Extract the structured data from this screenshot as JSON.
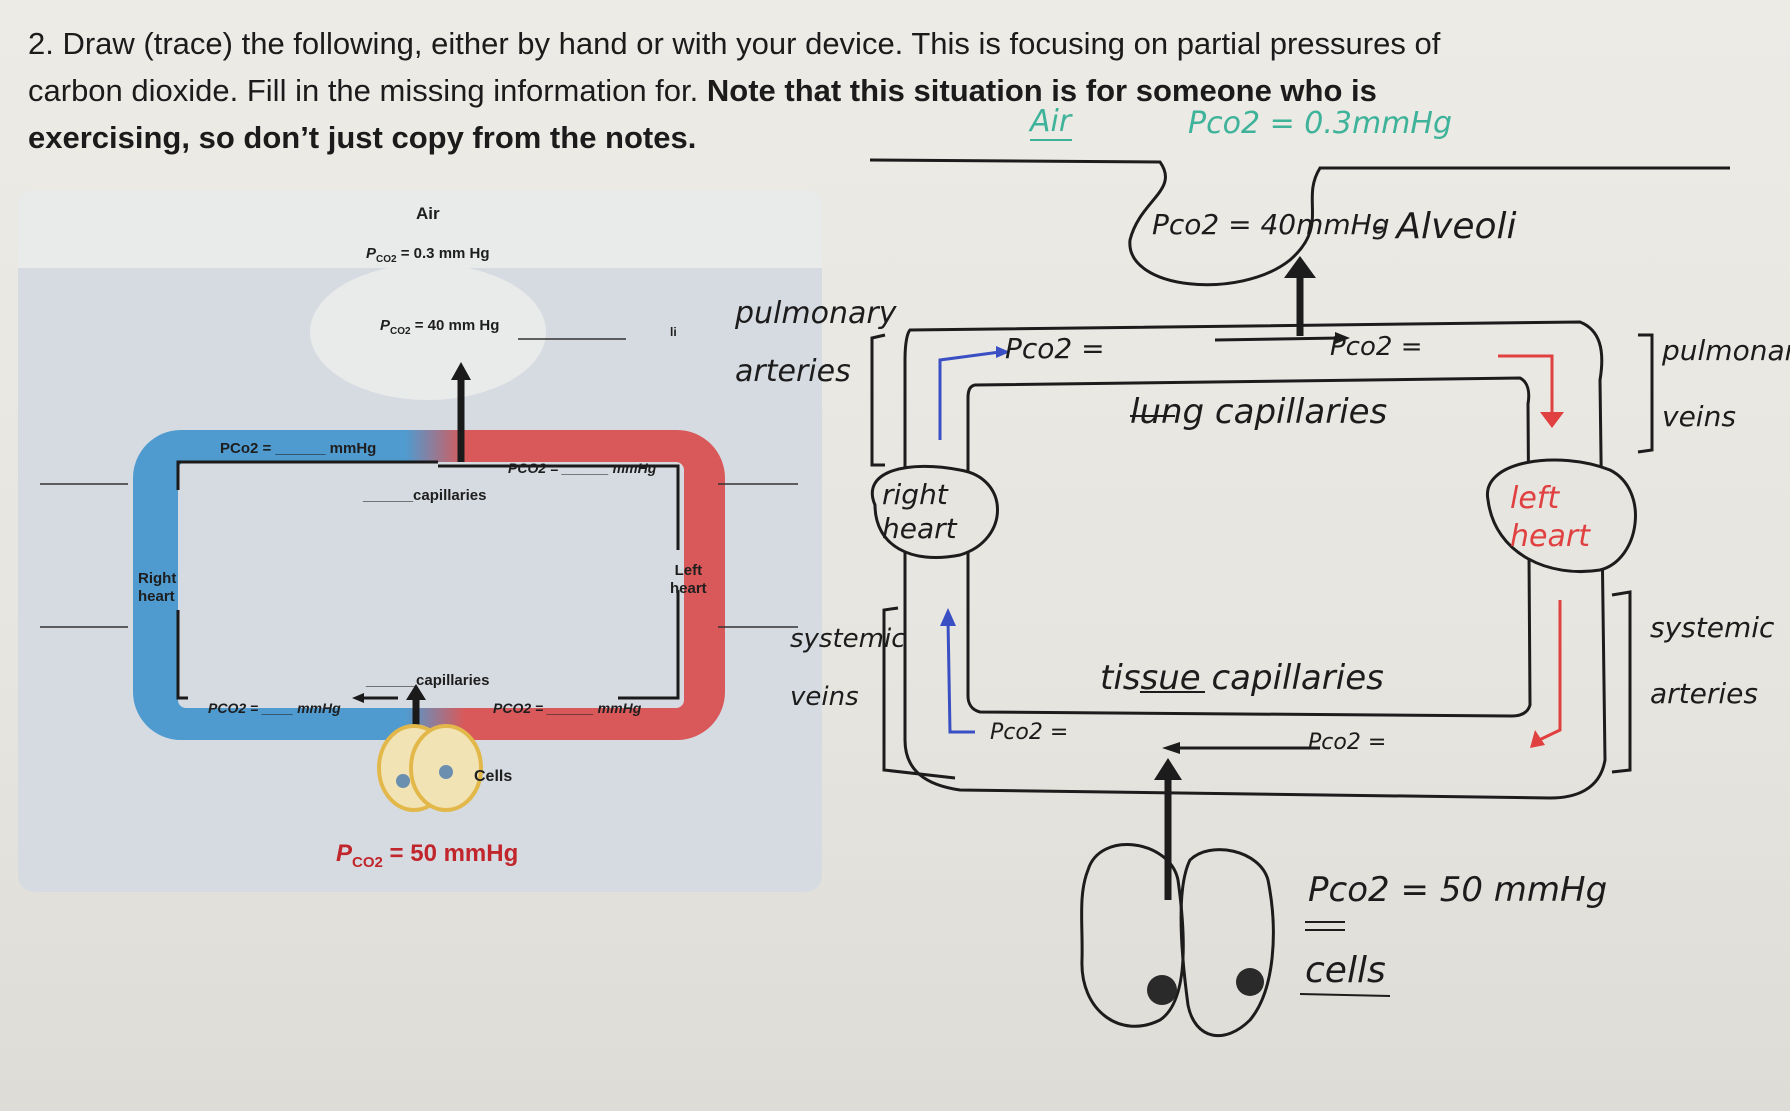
{
  "question": {
    "line1": "2. Draw (trace) the following, either by hand or with your device. This is focusing on partial pressures of",
    "line2_normal": "carbon dioxide. Fill in the missing information for. ",
    "line2_bold": "Note that this situation is for someone who is",
    "line3_bold": "exercising, so don’t just copy from the notes."
  },
  "figure": {
    "air_label": "Air",
    "air_pco2": "P",
    "air_pco2_sub": "CO2",
    "air_pco2_value": "= 0.3 mm Hg",
    "alveoli_pco2": "P",
    "alveoli_pco2_sub": "CO2",
    "alveoli_pco2_value": "= 40 mm Hg",
    "alveoli_blank": "li",
    "pulmonary_artery_pco2": "PCo2 = ______ mmHg",
    "pulmonary_vein_pco2": "PCO2 = ______ mmHg",
    "lung_capillaries": "______capillaries",
    "right_heart": "Right\nheart",
    "left_heart": "Left\nheart",
    "tissue_capillaries": "______capillaries",
    "systemic_vein_pco2": "PCO2 = ____ mmHg",
    "systemic_artery_pco2": "PCO2 = ______ mmHg",
    "cells_label": "Cells",
    "cells_pco2": "P",
    "cells_pco2_sub": "CO2",
    "cells_pco2_value": "= 50  mmHg"
  },
  "drawing": {
    "air": "Air",
    "air_pco2": "Pco2 = 0.3mmHg",
    "alveoli_pco2": "Pco2 = 40mmHg",
    "alveoli": "- Alveoli",
    "pulmonary_arteries": "pulmonary\narteries",
    "pa_pco2": "Pco2 =",
    "pv_pco2": "Pco2 =",
    "lung_capillaries": "lung capillaries",
    "pulmonary_veins": "pulmonar\nveins",
    "right_heart": "right\nheart",
    "left_heart": "left\nheart",
    "systemic_veins": "systemic\nveins",
    "tissue_capillaries": "tissue capillaries",
    "systemic_arteries": "systemic\narteries",
    "sv_pco2": "Pco2 =",
    "sa_pco2": "Pco2 =",
    "cells_pco2": "Pco2 = 50 mmHg",
    "cells": "cells"
  },
  "colors": {
    "blue_vessel": "#4f9bd0",
    "red_vessel": "#d9595a",
    "green_ink": "#3fb39a",
    "red_ink": "#e04040",
    "blue_ink": "#3a4fc4",
    "ink": "#1c1c1c"
  }
}
